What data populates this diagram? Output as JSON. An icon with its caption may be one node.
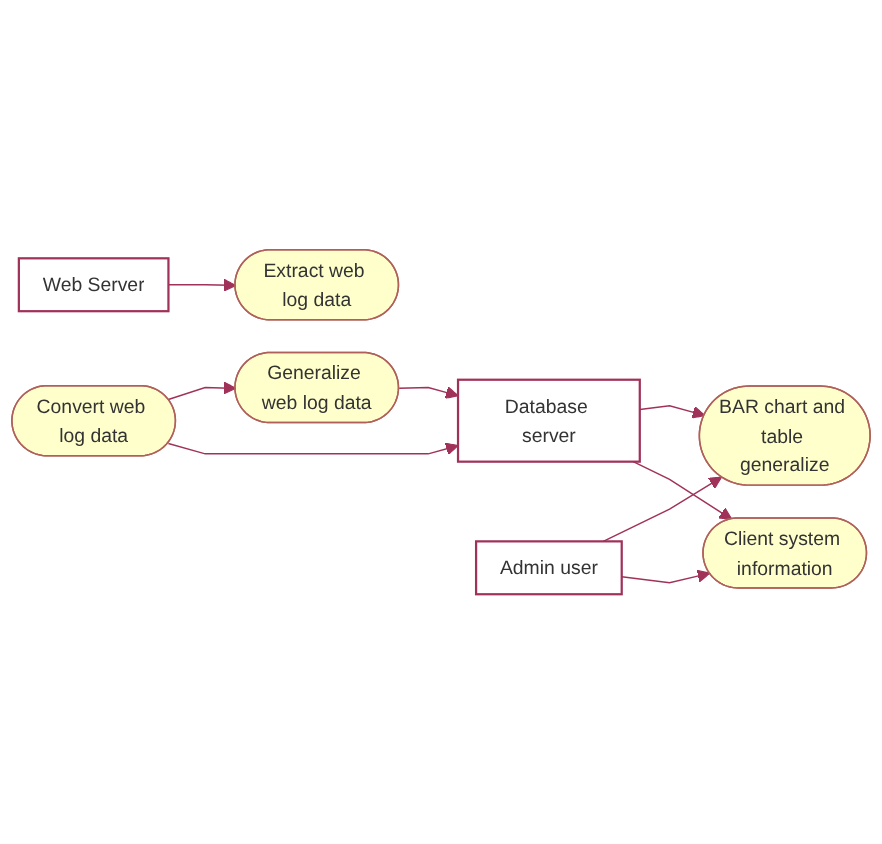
{
  "diagram": {
    "nodes": [
      {
        "text": [
          "Extract web log data"
        ]
      },
      {
        "text": [
          "Convert web log data"
        ]
      },
      {
        "text": [
          "Web Server"
        ]
      },
      {
        "text": [
          "Generalize web log data"
        ]
      },
      {
        "text": [
          "Database server"
        ]
      },
      {
        "text": [
          "BAR chart and table generalize"
        ]
      },
      {
        "text": [
          "Admin user"
        ]
      },
      {
        "text": [
          "Client system information"
        ]
      }
    ],
    "edges": [
      {
        "from": 2,
        "to": 0,
        "arrow": "to"
      },
      {
        "from": 1,
        "to": 3,
        "arrow": "to"
      },
      {
        "from": 1,
        "to": 4,
        "arrow": "to"
      },
      {
        "from": 3,
        "to": 4,
        "arrow": "to"
      },
      {
        "from": 4,
        "to": 5,
        "arrow": "to"
      },
      {
        "from": 6,
        "to": 5,
        "arrow": "to"
      },
      {
        "from": 6,
        "to": 7,
        "arrow": "to"
      },
      {
        "from": 4,
        "to": 7,
        "arrow": "to"
      }
    ]
  }
}
